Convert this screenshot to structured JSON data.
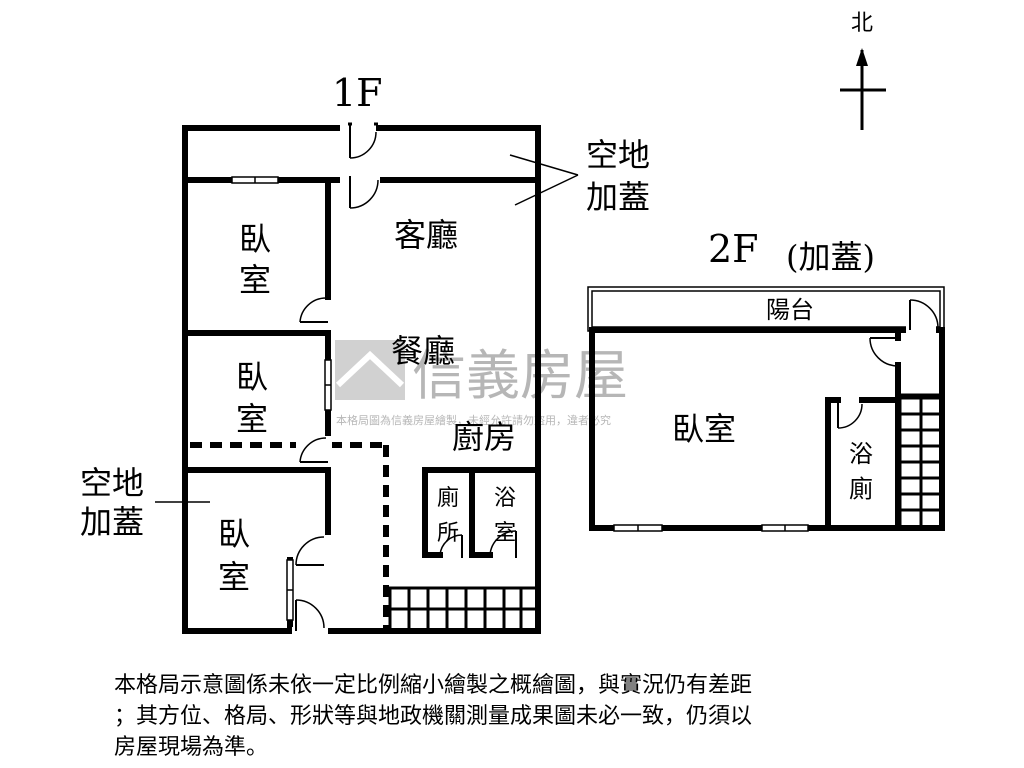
{
  "compass": {
    "label": "北"
  },
  "floor1": {
    "title": "1F",
    "open_area_top": [
      "空地",
      "加蓋"
    ],
    "open_area_left": [
      "空地",
      "加蓋"
    ],
    "rooms": {
      "bedroom_top": [
        "臥",
        "室"
      ],
      "bedroom_mid": [
        "臥",
        "室"
      ],
      "bedroom_bottom": [
        "臥",
        "室"
      ],
      "living": "客廳",
      "dining": "餐廳",
      "kitchen": "廚房",
      "toilet": [
        "廁",
        "所"
      ],
      "bath": [
        "浴",
        "室"
      ]
    }
  },
  "floor2": {
    "title": "2F",
    "note": "(加蓋)",
    "rooms": {
      "balcony": "陽台",
      "bedroom": "臥室",
      "bath": [
        "浴",
        "廁"
      ]
    }
  },
  "watermark": {
    "brand": "信義房屋",
    "caption": "本格局圖為信義房屋繪製，未經允許請勿盜用，違者必究"
  },
  "disclaimer": [
    "本格局示意圖係未依一定比例縮小繪製之概繪圖，與實況仍有差距",
    "；其方位、格局、形狀等與地政機關測量成果圖未必一致，仍須以",
    "房屋現場為準。"
  ]
}
